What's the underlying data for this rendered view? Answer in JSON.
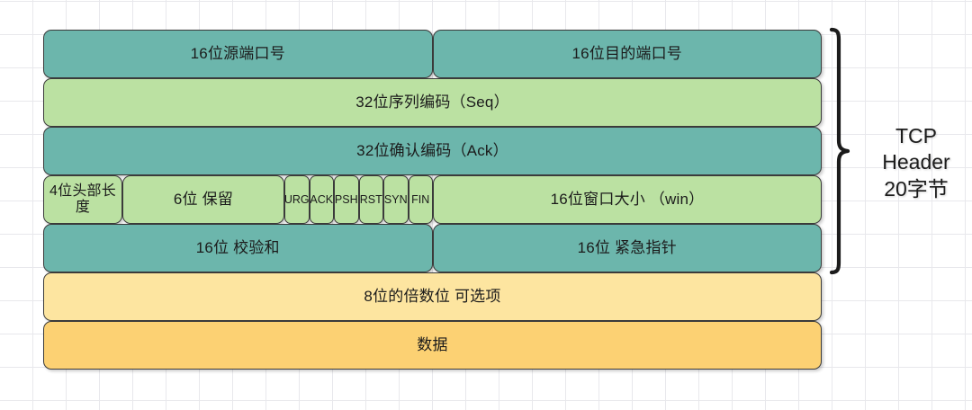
{
  "diagram": {
    "title": "TCP Header",
    "colors": {
      "teal": "#6cb6ac",
      "green": "#bbe1a2",
      "yellow": "#fde5a0",
      "orange": "#fcd173",
      "outline": "#3b3b3b",
      "background": "#ffffff",
      "grid": "#e8e8ec"
    },
    "rows": [
      {
        "name": "ports",
        "cells": [
          {
            "label": "16位源端口号",
            "color": "teal"
          },
          {
            "label": "16位目的端口号",
            "color": "teal"
          }
        ]
      },
      {
        "name": "sequence-number",
        "cells": [
          {
            "label": "32位序列编码（Seq）",
            "color": "green"
          }
        ]
      },
      {
        "name": "acknowledgement-number",
        "cells": [
          {
            "label": "32位确认编码（Ack）",
            "color": "teal"
          }
        ]
      },
      {
        "name": "offset-reserved-flags-window",
        "cells": [
          {
            "label": "4位头部长度",
            "color": "green"
          },
          {
            "label": "6位 保留",
            "color": "green"
          },
          {
            "label": "URG",
            "color": "green"
          },
          {
            "label": "ACK",
            "color": "green"
          },
          {
            "label": "PSH",
            "color": "green"
          },
          {
            "label": "RST",
            "color": "green"
          },
          {
            "label": "SYN",
            "color": "green"
          },
          {
            "label": "FIN",
            "color": "green"
          },
          {
            "label": "16位窗口大小 （win）",
            "color": "green"
          }
        ]
      },
      {
        "name": "checksum-urgent-pointer",
        "cells": [
          {
            "label": "16位 校验和",
            "color": "teal"
          },
          {
            "label": "16位 紧急指针",
            "color": "teal"
          }
        ]
      },
      {
        "name": "options",
        "cells": [
          {
            "label": "8位的倍数位 可选项",
            "color": "yellow"
          }
        ]
      },
      {
        "name": "data",
        "cells": [
          {
            "label": "数据",
            "color": "orange"
          }
        ]
      }
    ],
    "flags": [
      "URG",
      "ACK",
      "PSH",
      "RST",
      "SYN",
      "FIN"
    ],
    "annotation": {
      "line1": "TCP",
      "line2": "Header",
      "line3": "20字节"
    }
  }
}
